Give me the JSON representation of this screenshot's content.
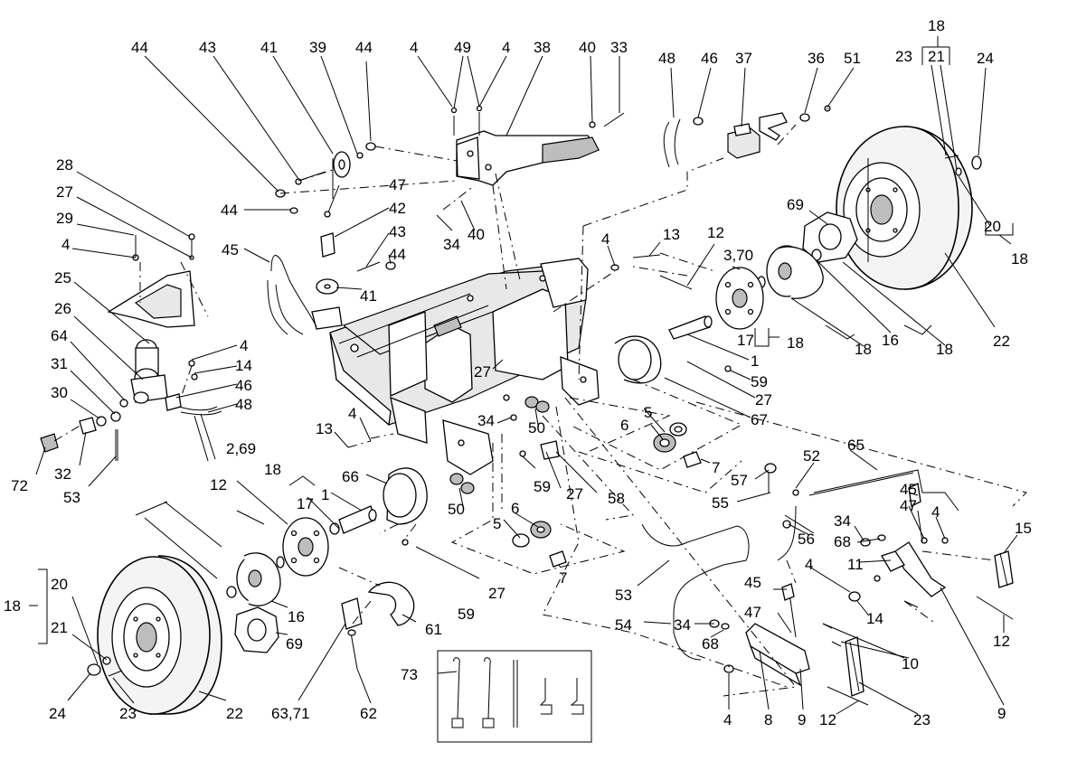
{
  "callouts": [
    {
      "id": "c1",
      "text": "44"
    },
    {
      "id": "c2",
      "text": "43"
    },
    {
      "id": "c3",
      "text": "41"
    },
    {
      "id": "c4",
      "text": "39"
    },
    {
      "id": "c5",
      "text": "44"
    },
    {
      "id": "c6",
      "text": "4"
    },
    {
      "id": "c7",
      "text": "49"
    },
    {
      "id": "c8",
      "text": "4"
    },
    {
      "id": "c9",
      "text": "38"
    },
    {
      "id": "c10",
      "text": "40"
    },
    {
      "id": "c11",
      "text": "33"
    },
    {
      "id": "c12",
      "text": "48"
    },
    {
      "id": "c13",
      "text": "46"
    },
    {
      "id": "c14",
      "text": "37"
    },
    {
      "id": "c15",
      "text": "36"
    },
    {
      "id": "c16",
      "text": "51"
    },
    {
      "id": "c17",
      "text": "23"
    },
    {
      "id": "c18",
      "text": "18"
    },
    {
      "id": "c19",
      "text": "21"
    },
    {
      "id": "c20",
      "text": "24"
    },
    {
      "id": "c21",
      "text": "28"
    },
    {
      "id": "c22",
      "text": "27"
    },
    {
      "id": "c23",
      "text": "29"
    },
    {
      "id": "c24",
      "text": "4"
    },
    {
      "id": "c25",
      "text": "25"
    },
    {
      "id": "c26",
      "text": "26"
    },
    {
      "id": "c27",
      "text": "64"
    },
    {
      "id": "c28",
      "text": "31"
    },
    {
      "id": "c29",
      "text": "30"
    },
    {
      "id": "c30",
      "text": "72"
    },
    {
      "id": "c31",
      "text": "32"
    },
    {
      "id": "c32",
      "text": "53"
    },
    {
      "id": "c33",
      "text": "47"
    },
    {
      "id": "c34",
      "text": "44"
    },
    {
      "id": "c35",
      "text": "42"
    },
    {
      "id": "c36",
      "text": "43"
    },
    {
      "id": "c37",
      "text": "45"
    },
    {
      "id": "c38",
      "text": "44"
    },
    {
      "id": "c39",
      "text": "41"
    },
    {
      "id": "c40",
      "text": "34"
    },
    {
      "id": "c41",
      "text": "40"
    },
    {
      "id": "c42",
      "text": "4"
    },
    {
      "id": "c43",
      "text": "13"
    },
    {
      "id": "c44",
      "text": "12"
    },
    {
      "id": "c45",
      "text": "3,70"
    },
    {
      "id": "c46",
      "text": "69"
    },
    {
      "id": "c47",
      "text": "20"
    },
    {
      "id": "c48",
      "text": "18"
    },
    {
      "id": "c49",
      "text": "22"
    },
    {
      "id": "c50",
      "text": "16"
    },
    {
      "id": "c51",
      "text": "18"
    },
    {
      "id": "c52",
      "text": "18"
    },
    {
      "id": "c53",
      "text": "17"
    },
    {
      "id": "c54",
      "text": "18"
    },
    {
      "id": "c55",
      "text": "1"
    },
    {
      "id": "c56",
      "text": "59"
    },
    {
      "id": "c57",
      "text": "27"
    },
    {
      "id": "c58",
      "text": "67"
    },
    {
      "id": "c59",
      "text": "4"
    },
    {
      "id": "c60",
      "text": "14"
    },
    {
      "id": "c61",
      "text": "46"
    },
    {
      "id": "c62",
      "text": "48"
    },
    {
      "id": "c63",
      "text": "27"
    },
    {
      "id": "c64",
      "text": "34"
    },
    {
      "id": "c65",
      "text": "50"
    },
    {
      "id": "c66",
      "text": "5"
    },
    {
      "id": "c67",
      "text": "6"
    },
    {
      "id": "c68",
      "text": "7"
    },
    {
      "id": "c69",
      "text": "13"
    },
    {
      "id": "c70",
      "text": "4"
    },
    {
      "id": "c71",
      "text": "66"
    },
    {
      "id": "c72",
      "text": "2,69"
    },
    {
      "id": "c73",
      "text": "18"
    },
    {
      "id": "c74",
      "text": "12"
    },
    {
      "id": "c75",
      "text": "1"
    },
    {
      "id": "c76",
      "text": "17"
    },
    {
      "id": "c77",
      "text": "59"
    },
    {
      "id": "c78",
      "text": "27"
    },
    {
      "id": "c79",
      "text": "58"
    },
    {
      "id": "c80",
      "text": "50"
    },
    {
      "id": "c81",
      "text": "6"
    },
    {
      "id": "c82",
      "text": "5"
    },
    {
      "id": "c83",
      "text": "7"
    },
    {
      "id": "c84",
      "text": "27"
    },
    {
      "id": "c85",
      "text": "59"
    },
    {
      "id": "c86",
      "text": "65"
    },
    {
      "id": "c87",
      "text": "52"
    },
    {
      "id": "c88",
      "text": "57"
    },
    {
      "id": "c89",
      "text": "55"
    },
    {
      "id": "c90",
      "text": "45"
    },
    {
      "id": "c91",
      "text": "47"
    },
    {
      "id": "c92",
      "text": "34"
    },
    {
      "id": "c93",
      "text": "68"
    },
    {
      "id": "c94",
      "text": "56"
    },
    {
      "id": "c95",
      "text": "4"
    },
    {
      "id": "c96",
      "text": "15"
    },
    {
      "id": "c97",
      "text": "11"
    },
    {
      "id": "c98",
      "text": "4"
    },
    {
      "id": "c99",
      "text": "14"
    },
    {
      "id": "c100",
      "text": "12"
    },
    {
      "id": "c101",
      "text": "10"
    },
    {
      "id": "c102",
      "text": "45"
    },
    {
      "id": "c103",
      "text": "47"
    },
    {
      "id": "c104",
      "text": "34"
    },
    {
      "id": "c105",
      "text": "68"
    },
    {
      "id": "c106",
      "text": "53"
    },
    {
      "id": "c107",
      "text": "54"
    },
    {
      "id": "c108",
      "text": "18"
    },
    {
      "id": "c109",
      "text": "20"
    },
    {
      "id": "c110",
      "text": "21"
    },
    {
      "id": "c111",
      "text": "24"
    },
    {
      "id": "c112",
      "text": "23"
    },
    {
      "id": "c113",
      "text": "22"
    },
    {
      "id": "c114",
      "text": "16"
    },
    {
      "id": "c115",
      "text": "69"
    },
    {
      "id": "c116",
      "text": "63,71"
    },
    {
      "id": "c117",
      "text": "62"
    },
    {
      "id": "c118",
      "text": "61"
    },
    {
      "id": "c119",
      "text": "73"
    },
    {
      "id": "c120",
      "text": "4"
    },
    {
      "id": "c121",
      "text": "8"
    },
    {
      "id": "c122",
      "text": "9"
    },
    {
      "id": "c123",
      "text": "12"
    },
    {
      "id": "c124",
      "text": "23"
    },
    {
      "id": "c125",
      "text": "9"
    }
  ]
}
